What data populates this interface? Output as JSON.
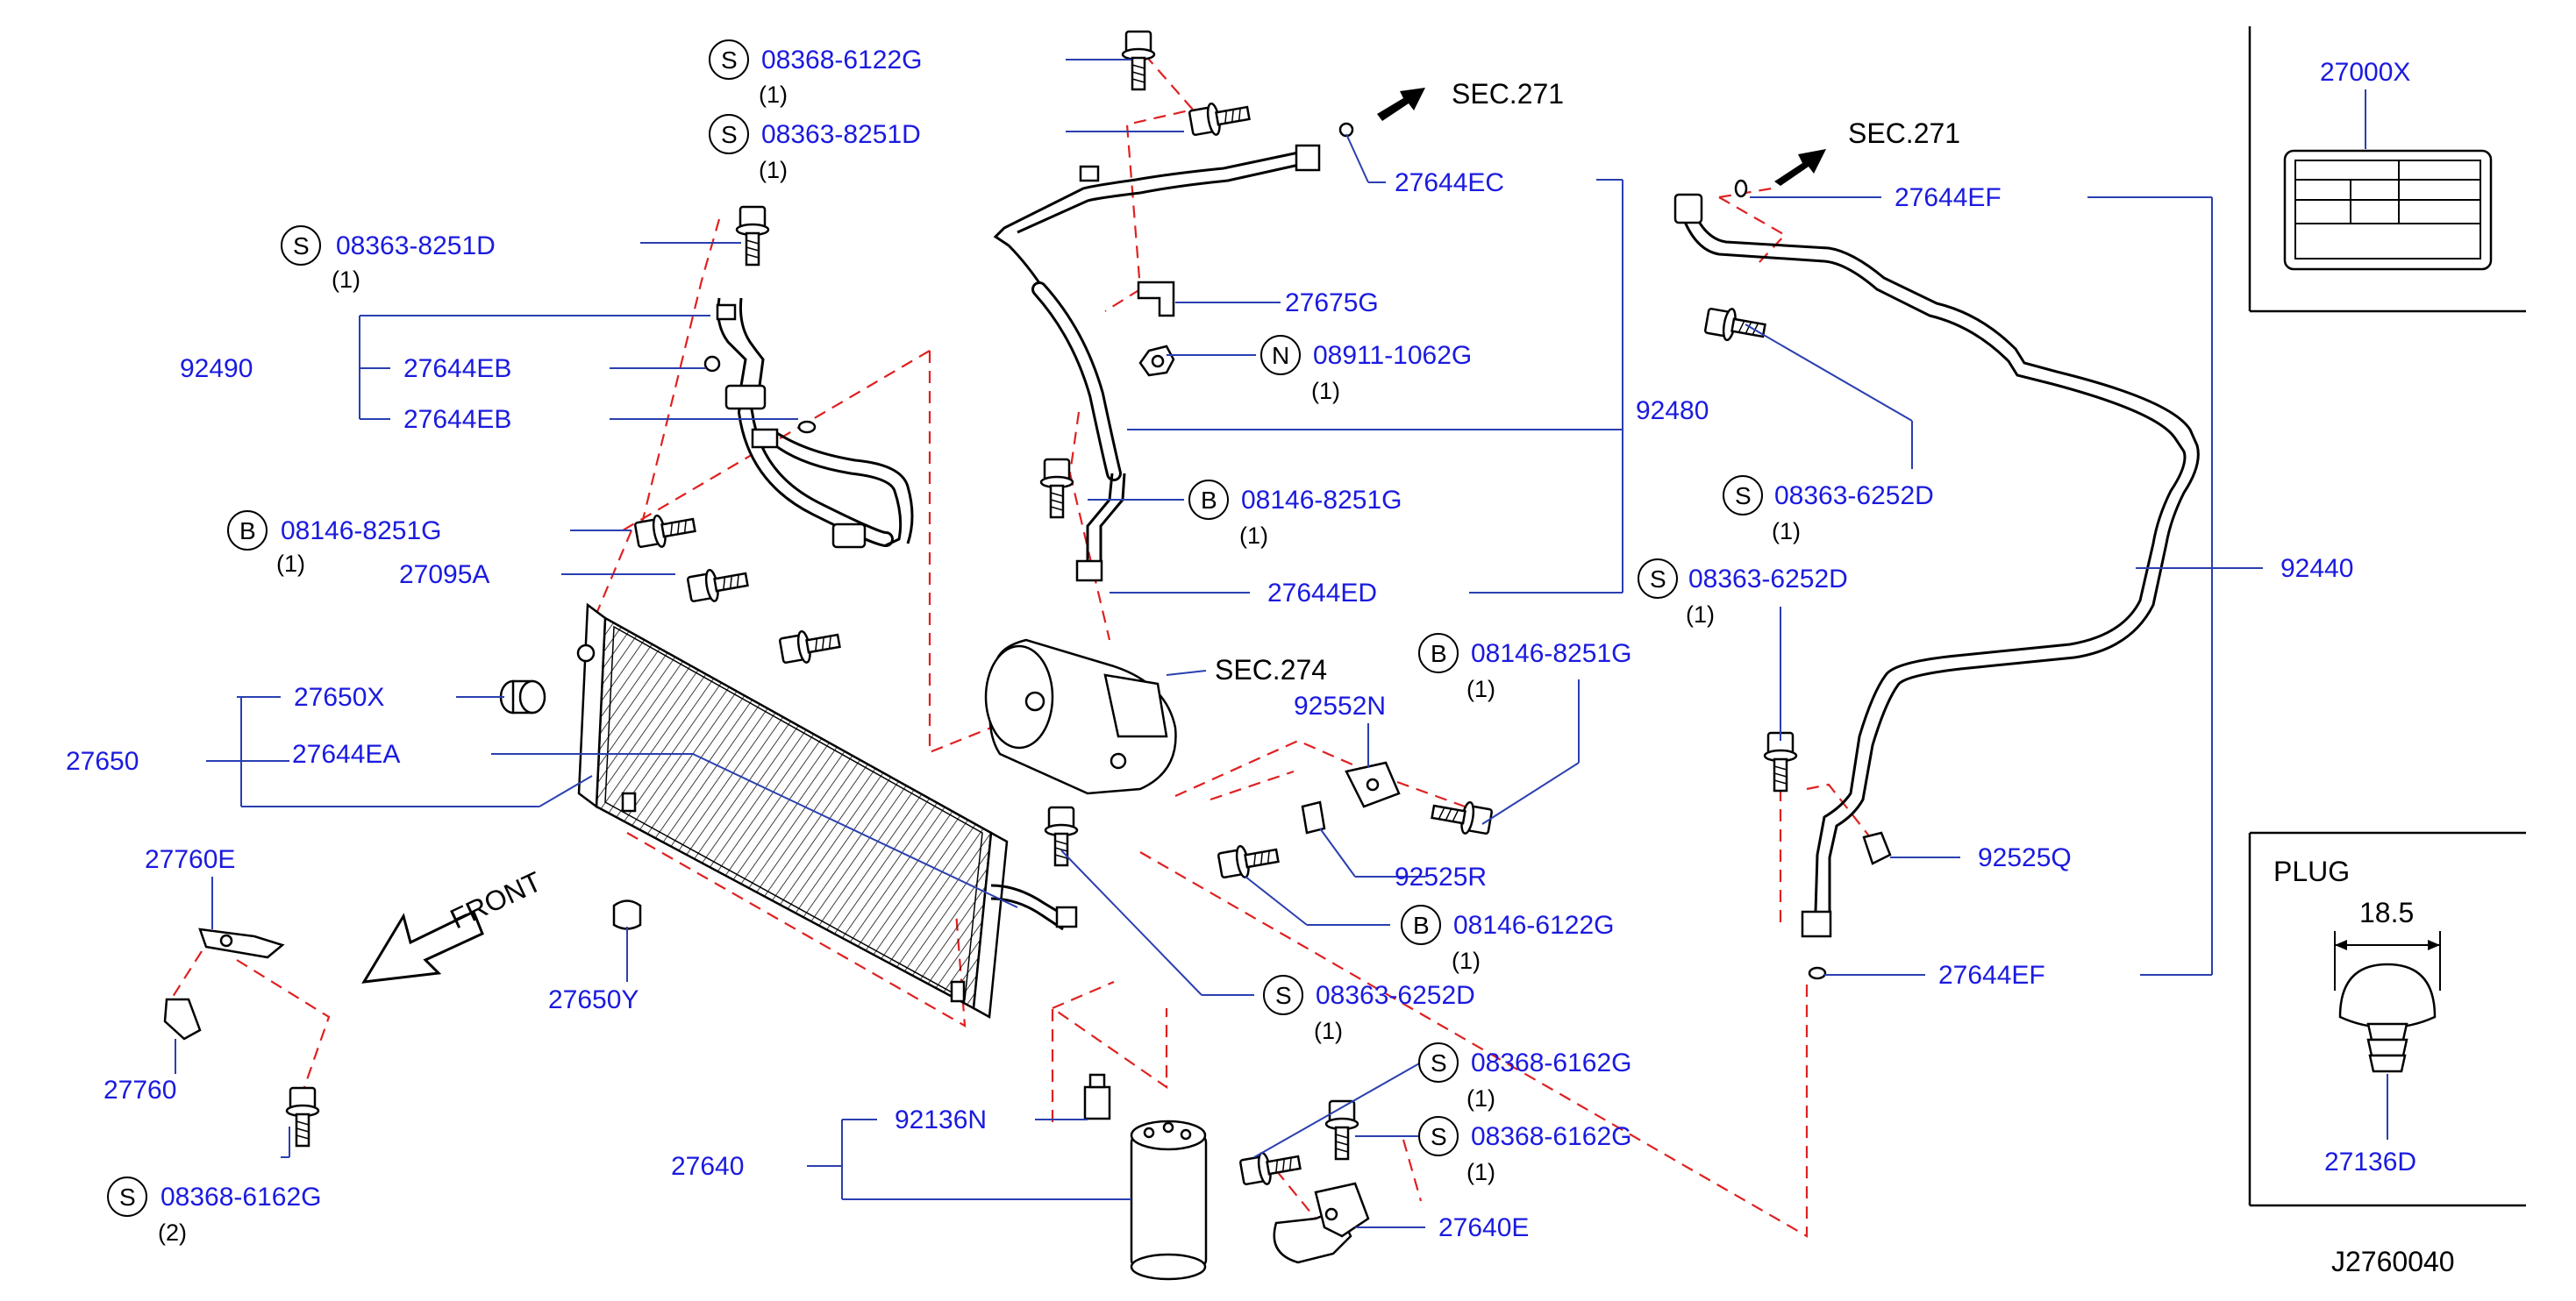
{
  "diagram_id": "J2760040",
  "sec_refs": {
    "sec271_top": "SEC.271",
    "sec271_right": "SEC.271",
    "sec274": "SEC.274"
  },
  "front_label": "FRONT",
  "plug": {
    "title": "PLUG",
    "dimension": "18.5",
    "part": "27136D"
  },
  "label_box_part": "27000X",
  "codes": {
    "s": "S",
    "b": "B",
    "n": "N"
  },
  "callouts": {
    "c1": {
      "code": "S",
      "part": "08368-6122G",
      "qty": "(1)"
    },
    "c2": {
      "code": "S",
      "part": "08363-8251D",
      "qty": "(1)"
    },
    "c3": {
      "code": "S",
      "part": "08363-8251D",
      "qty": "(1)"
    },
    "c4": {
      "code": "B",
      "part": "08146-8251G",
      "qty": "(1)"
    },
    "c5": {
      "code": "N",
      "part": "08911-1062G",
      "qty": "(1)"
    },
    "c6": {
      "code": "B",
      "part": "08146-8251G",
      "qty": "(1)"
    },
    "c7": {
      "code": "B",
      "part": "08146-8251G",
      "qty": "(1)"
    },
    "c8": {
      "code": "B",
      "part": "08146-6122G",
      "qty": "(1)"
    },
    "c9": {
      "code": "S",
      "part": "08363-6252D",
      "qty": "(1)"
    },
    "c10": {
      "code": "S",
      "part": "08363-6252D",
      "qty": "(1)"
    },
    "c11": {
      "code": "S",
      "part": "08363-6252D",
      "qty": "(1)"
    },
    "c12": {
      "code": "S",
      "part": "08368-6162G",
      "qty": "(1)"
    },
    "c13": {
      "code": "S",
      "part": "08368-6162G",
      "qty": "(1)"
    },
    "c14": {
      "code": "S",
      "part": "08368-6162G",
      "qty": "(2)"
    }
  },
  "parts": {
    "p27644EC": "27644EC",
    "p27675G": "27675G",
    "p92480": "92480",
    "p27644ED": "27644ED",
    "p92490": "92490",
    "p27644EB_1": "27644EB",
    "p27644EB_2": "27644EB",
    "p27095A": "27095A",
    "p27650X": "27650X",
    "p27650": "27650",
    "p27644EA": "27644EA",
    "p27650Y": "27650Y",
    "p27760E": "27760E",
    "p27760": "27760",
    "p92552N": "92552N",
    "p92525R": "92525R",
    "p92136N": "92136N",
    "p27640": "27640",
    "p27640E": "27640E",
    "p27644EF_top": "27644EF",
    "p27644EF_bot": "27644EF",
    "p92440": "92440",
    "p92525Q": "92525Q"
  }
}
